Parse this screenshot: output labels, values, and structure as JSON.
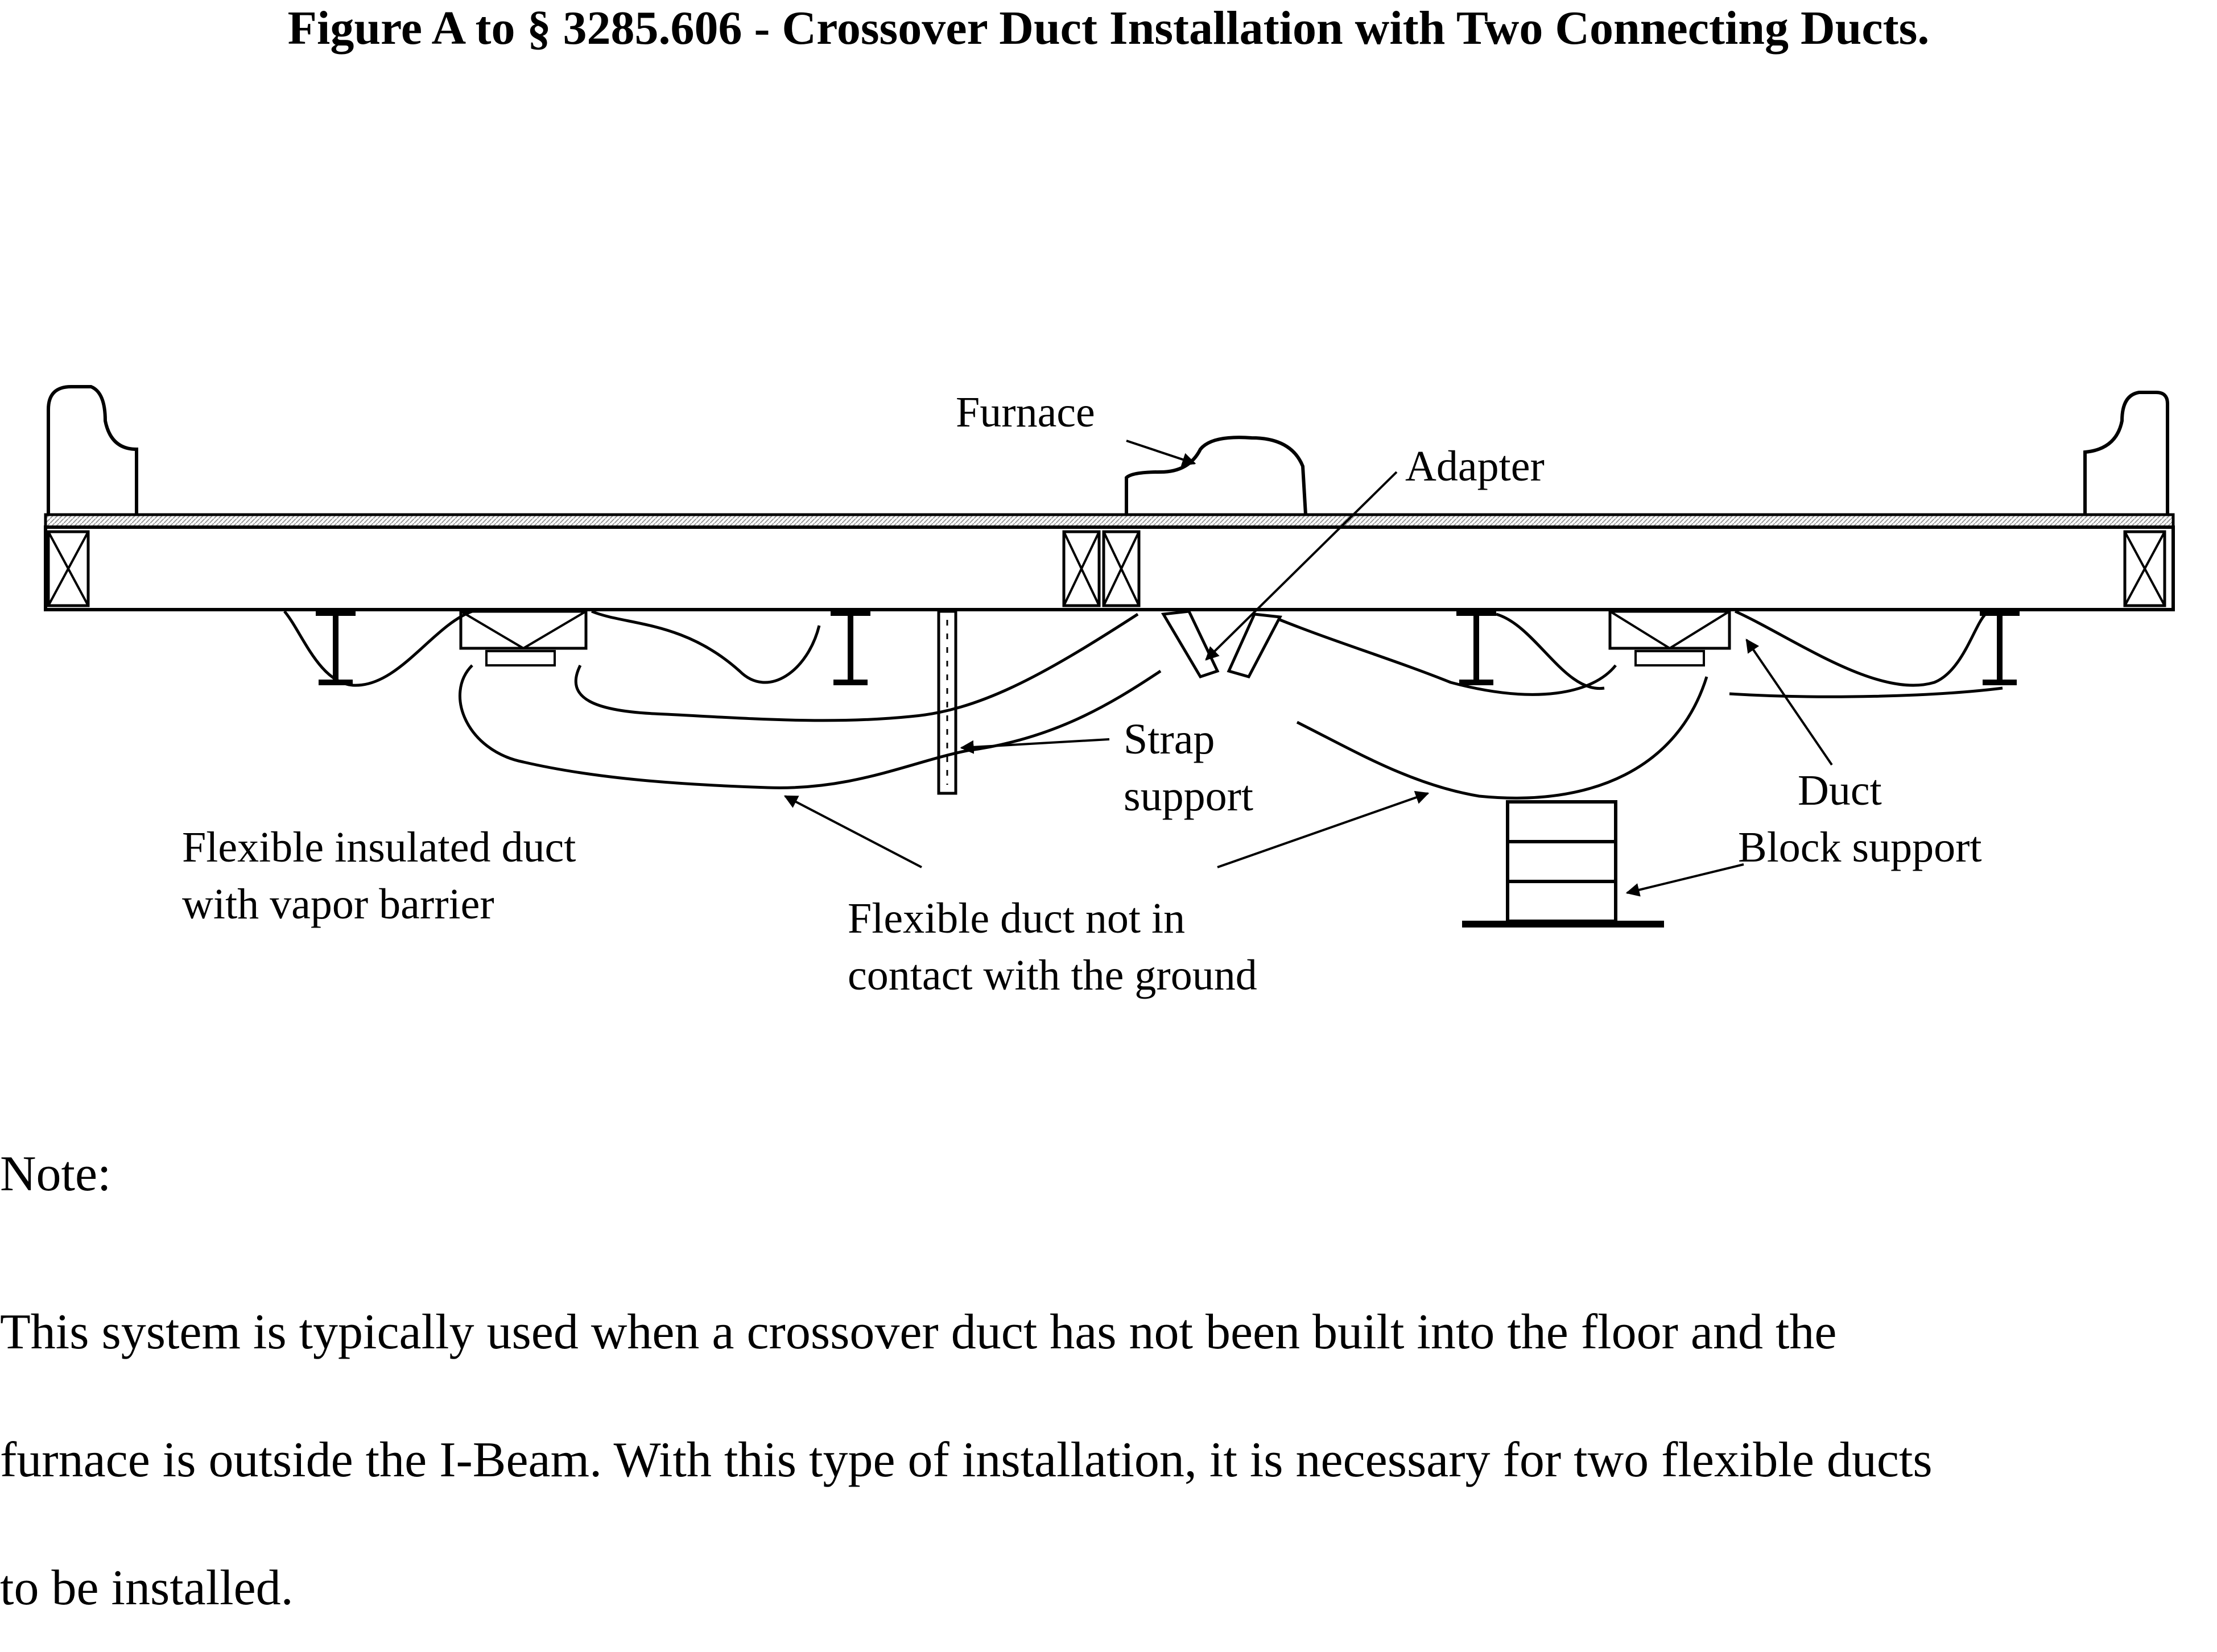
{
  "figure": {
    "title": "Figure A to § 3285.606 - Crossover Duct Installation with Two Connecting Ducts."
  },
  "labels": {
    "furnace": "Furnace",
    "adapter": "Adapter",
    "strap_support": "Strap\nsupport",
    "duct": "Duct",
    "block_support": "Block support",
    "flexible_insulated_duct": "Flexible insulated duct\nwith vapor barrier",
    "flexible_not_contact": "Flexible duct not in\ncontact with the ground"
  },
  "note": {
    "label": "Note:",
    "text": "This system is typically used when a crossover duct has not been built into the floor and the\nfurnace is outside the I-Beam. With this type of installation, it is necessary for two flexible ducts\nto be installed."
  }
}
